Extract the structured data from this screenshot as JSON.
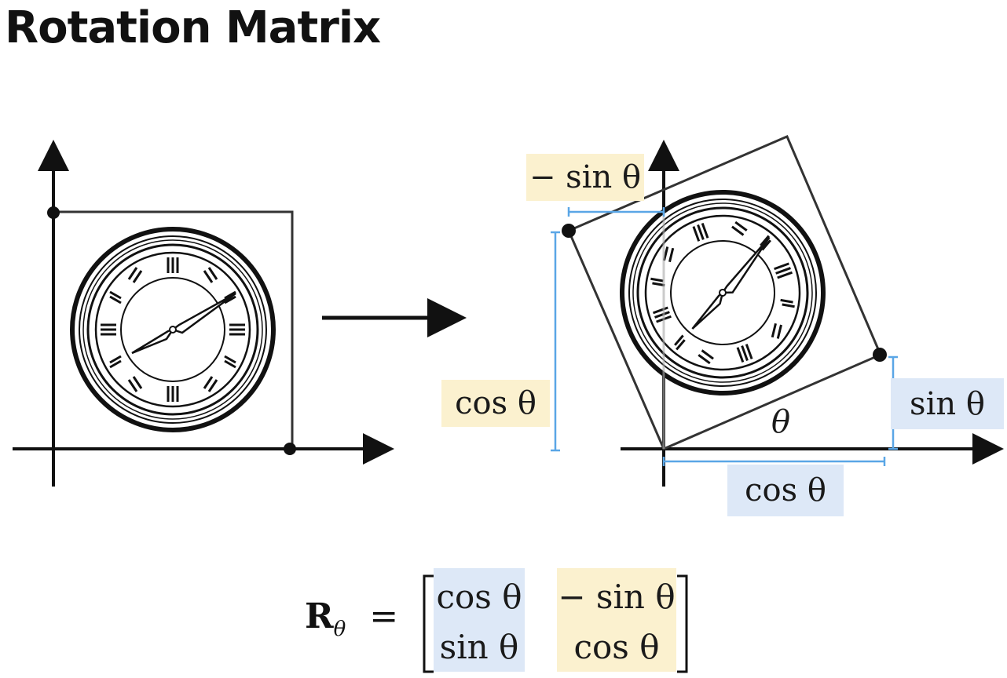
{
  "title": "Rotation Matrix",
  "labels": {
    "neg_sin_top": "− sin θ",
    "cos_left": "cos θ",
    "sin_right": "sin θ",
    "cos_bottom": "cos θ",
    "theta": "θ"
  },
  "formula": {
    "lhs_symbol": "R",
    "lhs_subscript": "θ",
    "equals": "=",
    "matrix": [
      [
        "cos θ",
        "− sin θ"
      ],
      [
        "sin θ",
        "cos θ"
      ]
    ]
  },
  "colors": {
    "highlight_yellow": "#fbf1cf",
    "highlight_blue": "#dde8f7",
    "measure_blue": "#5aa6e6",
    "ink": "#111111"
  },
  "icons": [
    "clock-icon",
    "arrow-right-icon"
  ]
}
